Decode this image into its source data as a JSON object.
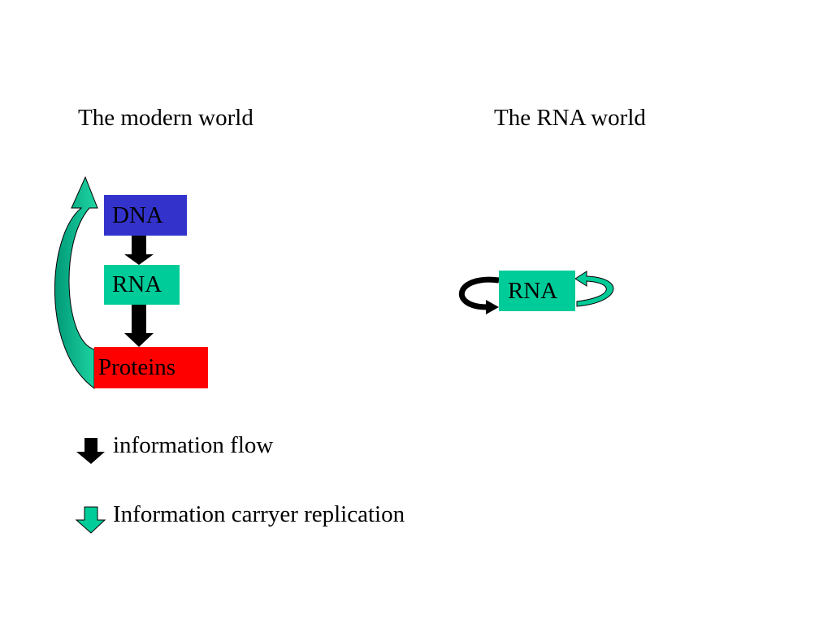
{
  "modern_world": {
    "title": "The modern world",
    "nodes": {
      "dna": "DNA",
      "rna": "RNA",
      "proteins": "Proteins"
    }
  },
  "rna_world": {
    "title": "The RNA world",
    "node": "RNA"
  },
  "legend": {
    "information_flow": "information flow",
    "replication": "Information carryer replication"
  },
  "colors": {
    "dna": "#3333cc",
    "rna": "#00cc99",
    "proteins": "#ff0000",
    "flow_arrow": "#000000",
    "replication_arrow": "#00cc99"
  }
}
